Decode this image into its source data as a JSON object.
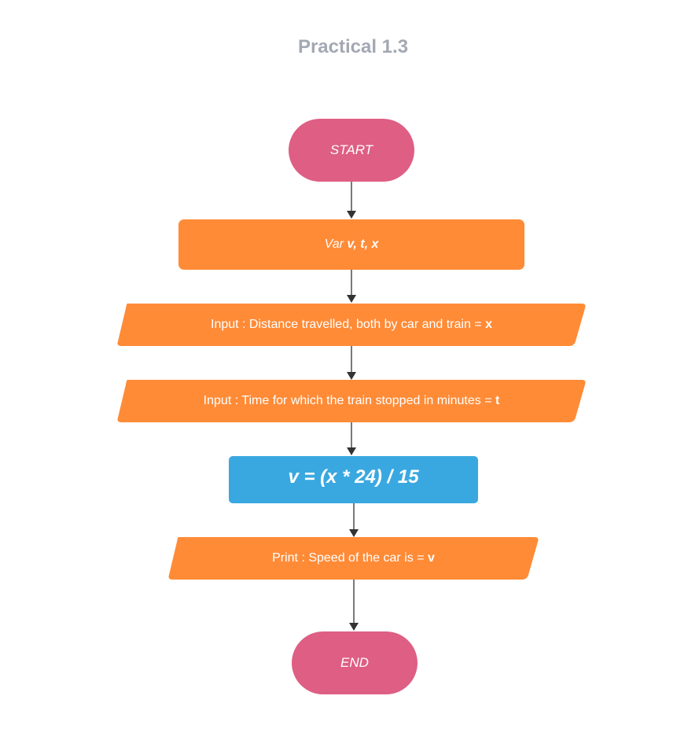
{
  "title": "Practical 1.3",
  "colors": {
    "terminal": "#de5e84",
    "process": "#ff8b37",
    "calculation": "#3aa8e0",
    "title": "#a3a8b3",
    "arrow": "#333333"
  },
  "nodes": {
    "start": {
      "shape": "terminal",
      "text": "START"
    },
    "declare": {
      "shape": "process",
      "prefix": "Var ",
      "vars": "v, t, x"
    },
    "input_distance": {
      "shape": "parallelogram",
      "text": "Input : Distance travelled, both by car and train = ",
      "var": "x"
    },
    "input_time": {
      "shape": "parallelogram",
      "text": "Input : Time for which the train stopped in minutes = ",
      "var": "t"
    },
    "calc": {
      "shape": "process",
      "formula": "v = (x * 24) / 15"
    },
    "output": {
      "shape": "parallelogram",
      "text": "Print : Speed of the car is = ",
      "var": "v"
    },
    "end": {
      "shape": "terminal",
      "text": "END"
    }
  },
  "edges": [
    {
      "from": "start",
      "to": "declare"
    },
    {
      "from": "declare",
      "to": "input_distance"
    },
    {
      "from": "input_distance",
      "to": "input_time"
    },
    {
      "from": "input_time",
      "to": "calc"
    },
    {
      "from": "calc",
      "to": "output"
    },
    {
      "from": "output",
      "to": "end"
    }
  ]
}
